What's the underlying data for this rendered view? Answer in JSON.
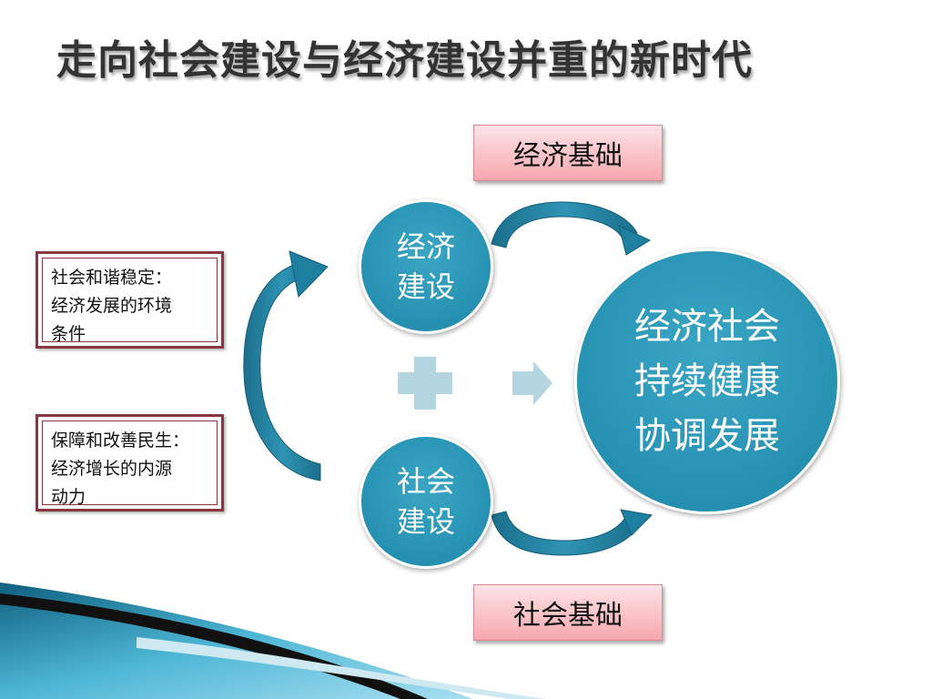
{
  "title": "走向社会建设与经济建设并重的新时代",
  "diagram": {
    "economic_base": "经济基础",
    "social_base": "社会基础",
    "left_top_box": {
      "line1": "社会和谐稳定：",
      "line2": "经济发展的环境",
      "line3": "条件"
    },
    "left_bottom_box": {
      "line1": "保障和改善民生：",
      "line2": "经济增长的内源",
      "line3": "动力"
    },
    "econ_circle": {
      "line1": "经济",
      "line2": "建设"
    },
    "social_circle": {
      "line1": "社会",
      "line2": "建设"
    },
    "result_circle": {
      "line1": "经济社会",
      "line2": "持续健康",
      "line3": "协调发展"
    }
  },
  "colors": {
    "circle": "#1e87a8",
    "arrow": "#1f7f9f",
    "plus": "#b3d6e1",
    "pink": "#f6a7ae",
    "frame": "#8a3540"
  }
}
